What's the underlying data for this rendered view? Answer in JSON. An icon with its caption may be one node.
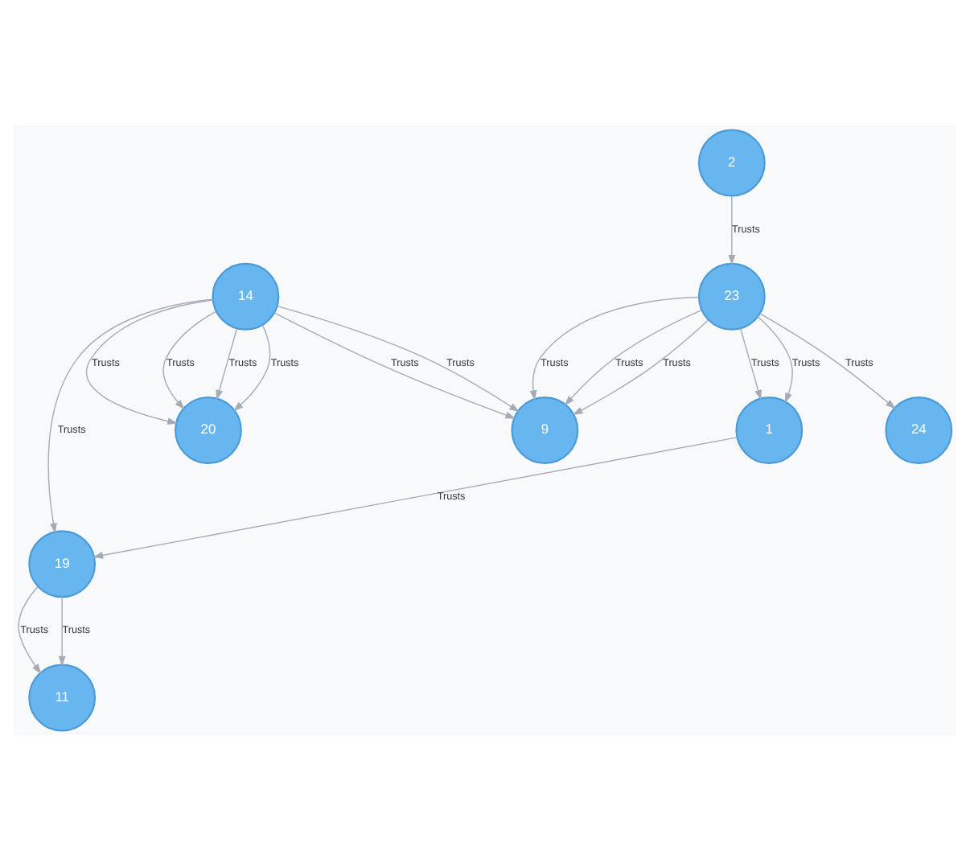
{
  "diagram": {
    "nodes": [
      {
        "text": [
          "11"
        ]
      },
      {
        "text": [
          "19"
        ]
      },
      {
        "text": [
          "14"
        ]
      },
      {
        "text": [
          "20"
        ]
      },
      {
        "text": [
          "1"
        ]
      },
      {
        "text": [
          "9"
        ]
      },
      {
        "text": [
          "2"
        ]
      },
      {
        "text": [
          "23"
        ]
      },
      {
        "text": [
          "24"
        ]
      }
    ],
    "edges": [
      {
        "from": 1,
        "to": 0,
        "arrow": "to",
        "label": "Trusts"
      },
      {
        "from": 1,
        "to": 0,
        "arrow": "to",
        "label": "Trusts"
      },
      {
        "from": 2,
        "to": 1,
        "arrow": "to",
        "label": "Trusts"
      },
      {
        "from": 2,
        "to": 3,
        "arrow": "to",
        "label": "Trusts"
      },
      {
        "from": 2,
        "to": 3,
        "arrow": "to",
        "label": "Trusts"
      },
      {
        "from": 2,
        "to": 3,
        "arrow": "to",
        "label": "Trusts"
      },
      {
        "from": 2,
        "to": 3,
        "arrow": "to",
        "label": "Trusts"
      },
      {
        "from": 2,
        "to": 5,
        "arrow": "to",
        "label": "Trusts"
      },
      {
        "from": 2,
        "to": 5,
        "arrow": "to",
        "label": "Trusts"
      },
      {
        "from": 4,
        "to": 1,
        "arrow": "to",
        "label": "Trusts"
      },
      {
        "from": 7,
        "to": 5,
        "arrow": "to",
        "label": "Trusts"
      },
      {
        "from": 7,
        "to": 5,
        "arrow": "to",
        "label": "Trusts"
      },
      {
        "from": 7,
        "to": 5,
        "arrow": "to",
        "label": "Trusts"
      },
      {
        "from": 7,
        "to": 4,
        "arrow": "to",
        "label": "Trusts"
      },
      {
        "from": 7,
        "to": 4,
        "arrow": "to",
        "label": "Trusts"
      },
      {
        "from": 6,
        "to": 7,
        "arrow": "to",
        "label": "Trusts"
      },
      {
        "from": 7,
        "to": 8,
        "arrow": "to",
        "label": "Trusts"
      }
    ]
  }
}
